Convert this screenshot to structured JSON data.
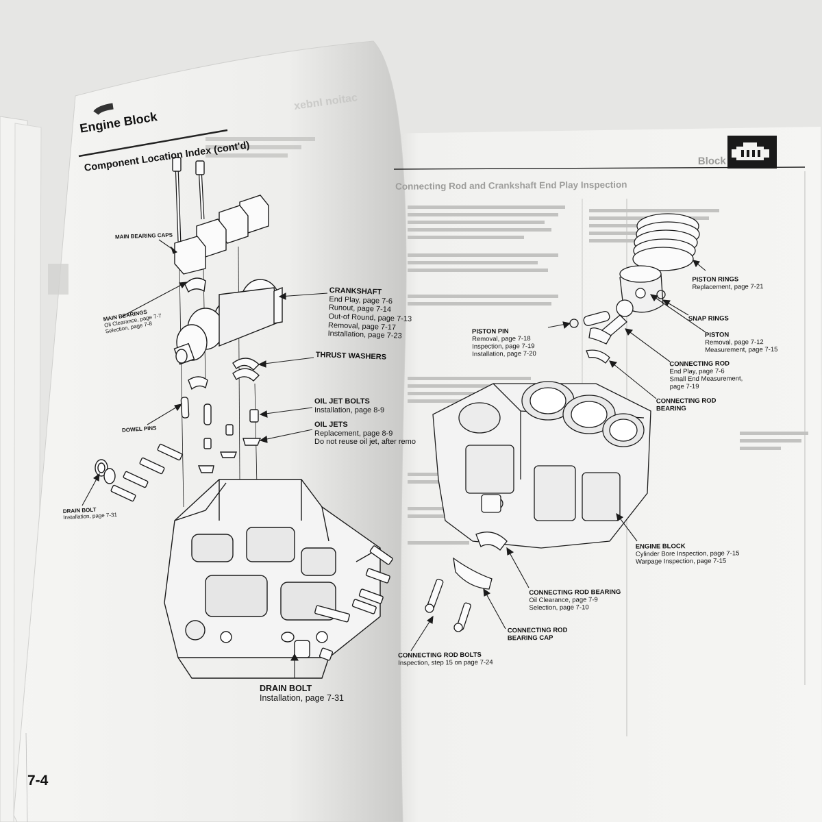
{
  "left_page": {
    "section_title": "Engine Block",
    "subtitle": "Component Location Index (cont'd)",
    "page_number": "7-4",
    "callouts": {
      "main_bearing_caps": {
        "title": "MAIN BEARING CAPS"
      },
      "main_bearings": {
        "title": "MAIN BEARINGS",
        "line1": "Oil Clearance, page 7-7",
        "line2": "Selection, page 7-8"
      },
      "crankshaft": {
        "title": "CRANKSHAFT",
        "line1": "End Play, page 7-6",
        "line2": "Runout, page 7-14",
        "line3": "Out-of Round, page 7-13",
        "line4": "Removal, page 7-17",
        "line5": "Installation, page 7-23"
      },
      "thrust_washers": {
        "title": "THRUST WASHERS"
      },
      "dowel_pins": {
        "title": "DOWEL PINS"
      },
      "oil_jet_bolts": {
        "title": "OIL JET BOLTS",
        "line1": "Installation, page 8-9"
      },
      "oil_jets": {
        "title": "OIL JETS",
        "line1": "Replacement, page 8-9",
        "line2": "Do not reuse oil jet, after remo"
      },
      "drain_bolt_small": {
        "title": "DRAIN BOLT",
        "line1": "Installation, page 7-31"
      },
      "drain_bolt": {
        "title": "DRAIN BOLT",
        "line1": "Installation, page 7-31"
      }
    }
  },
  "right_page": {
    "section_title": "Block",
    "heading": "Connecting Rod and Crankshaft End Play Inspection",
    "callouts": {
      "piston_rings": {
        "title": "PISTON RINGS",
        "line1": "Replacement, page 7-21"
      },
      "snap_rings": {
        "title": "SNAP RINGS"
      },
      "piston_pin": {
        "title": "PISTON PIN",
        "line1": "Removal, page 7-18",
        "line2": "Inspection, page 7-19",
        "line3": "Installation, page 7-20"
      },
      "piston": {
        "title": "PISTON",
        "line1": "Removal, page 7-12",
        "line2": "Measurement, page 7-15"
      },
      "connecting_rod": {
        "title": "CONNECTING ROD",
        "line1": "End Play, page 7-6",
        "line2": "Small End Measurement,",
        "line3": "page 7-19"
      },
      "connecting_rod_bearing_top": {
        "title": "CONNECTING ROD",
        "title2": "BEARING"
      },
      "engine_block": {
        "title": "ENGINE BLOCK",
        "line1": "Cylinder Bore Inspection, page 7-15",
        "line2": "Warpage Inspection, page 7-15"
      },
      "connecting_rod_bearing": {
        "title": "CONNECTING ROD BEARING",
        "line1": "Oil Clearance, page 7-9",
        "line2": "Selection, page 7-10"
      },
      "connecting_rod_bearing_cap": {
        "title": "CONNECTING ROD",
        "title2": "BEARING CAP"
      },
      "connecting_rod_bolts": {
        "title": "CONNECTING ROD BOLTS",
        "line1": "Inspection, step 15 on page 7-24"
      }
    }
  },
  "colors": {
    "paper": "#f6f6f4",
    "background": "#e9e9e7",
    "ink": "#111111",
    "ghost": "#b8b8b8"
  }
}
